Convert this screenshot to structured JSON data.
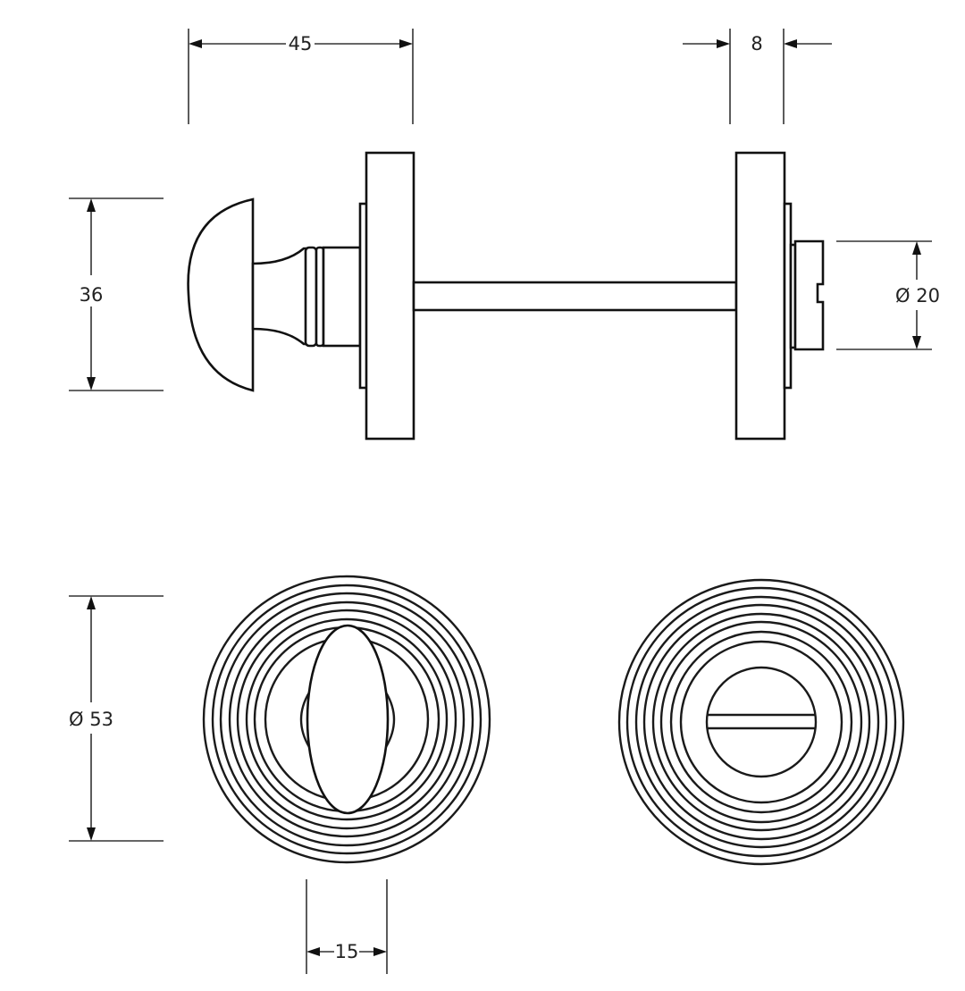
{
  "drawing": {
    "title": "Bathroom turn and release with reeded rose - technical drawing",
    "line_color": "#111111",
    "background": "#ffffff"
  },
  "dimensions": {
    "overall_depth": {
      "value": "45",
      "label": "45"
    },
    "rose_thickness": {
      "value": "8",
      "label": "8"
    },
    "knob_height": {
      "value": "36",
      "label": "36"
    },
    "release_diameter": {
      "value": "20",
      "label": "Ø 20"
    },
    "rose_diameter": {
      "value": "53",
      "label": "Ø 53"
    },
    "turn_width": {
      "value": "15",
      "label": "15"
    }
  },
  "views": [
    {
      "name": "side-elevation",
      "parts": [
        "turn-knob",
        "neck",
        "inner-rose",
        "spindle",
        "outer-rose",
        "release-disc"
      ]
    },
    {
      "name": "front-turn-view",
      "parts": [
        "reeded-rose",
        "oval-turn"
      ]
    },
    {
      "name": "front-release-view",
      "parts": [
        "reeded-rose",
        "release-slot"
      ]
    }
  ]
}
